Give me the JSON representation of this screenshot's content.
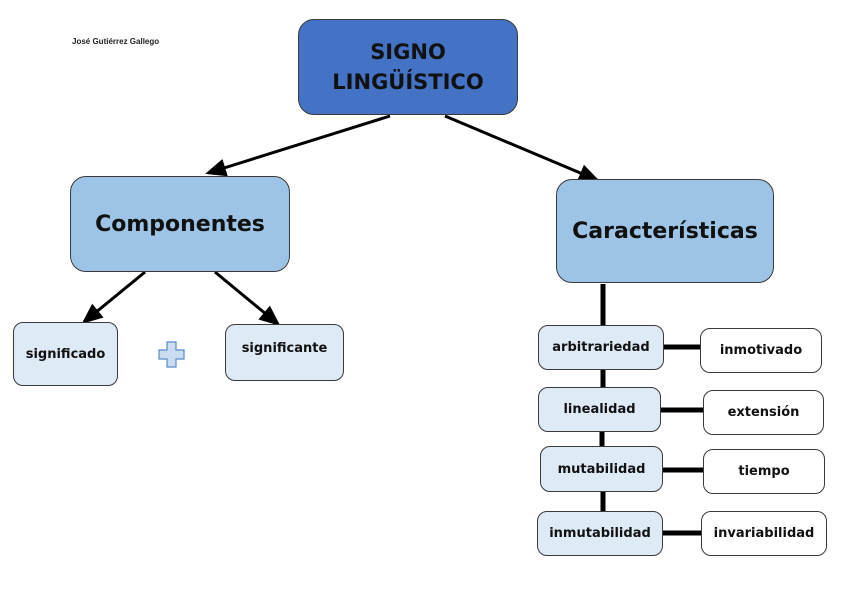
{
  "author": "José Gutiérrez Gallego",
  "root": {
    "line1": "SIGNO",
    "line2": "LINGÜÍSTICO"
  },
  "componentes": {
    "label": "Componentes",
    "children": [
      "significado",
      "significante"
    ],
    "joiner": "plus-icon"
  },
  "caracteristicas": {
    "label": "Características",
    "items": [
      {
        "label": "arbitrariedad",
        "detail": "inmotivado"
      },
      {
        "label": "linealidad",
        "detail": "extensión"
      },
      {
        "label": "mutabilidad",
        "detail": "tiempo"
      },
      {
        "label": "inmutabilidad",
        "detail": "invariabilidad"
      }
    ]
  },
  "colors": {
    "root": "#4472c4",
    "level1": "#9dc3e6",
    "level2": "#deeaf6",
    "leaf": "#ffffff"
  }
}
